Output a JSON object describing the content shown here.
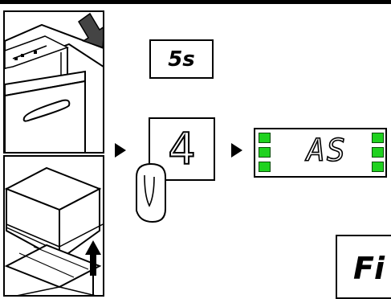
{
  "timer": {
    "label": "5s"
  },
  "keypad": {
    "key_label": "4"
  },
  "display": {
    "readout": "AS",
    "led_color": "#1fd21f",
    "left_leds": 3,
    "right_leds": 3
  },
  "figure": {
    "label": "Fi"
  },
  "icons": [
    "dishwasher-door-open-icon",
    "basket-lift-icon",
    "arrow-right-icon",
    "finger-press-icon"
  ]
}
